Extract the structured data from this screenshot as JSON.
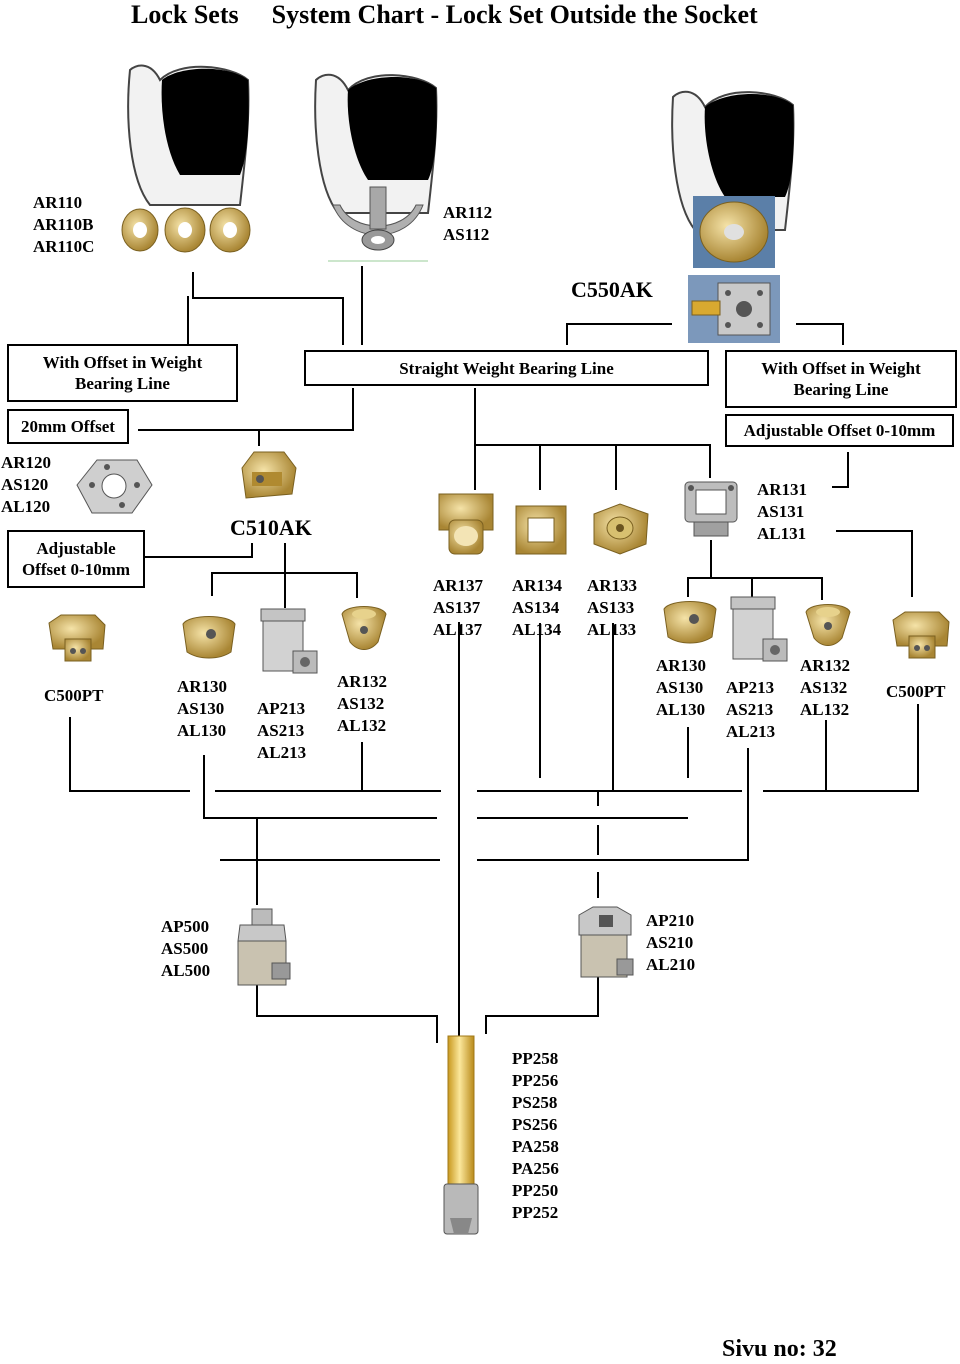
{
  "header": {
    "left": "Lock Sets",
    "right": "System Chart - Lock Set Outside the Socket"
  },
  "labels": {
    "ar110": [
      "AR110",
      "AR110B",
      "AR110C"
    ],
    "ar112": [
      "AR112",
      "AS112"
    ],
    "c550ak": "C550AK",
    "ar120": [
      "AR120",
      "AS120",
      "AL120"
    ],
    "c510ak": "C510AK",
    "ar131": [
      "AR131",
      "AS131",
      "AL131"
    ],
    "ar137": [
      "AR137",
      "AS137",
      "AL137"
    ],
    "ar134": [
      "AR134",
      "AS134",
      "AL134"
    ],
    "ar133": [
      "AR133",
      "AS133",
      "AL133"
    ],
    "c500pt_left": "C500PT",
    "ar130_left": [
      "AR130",
      "AS130",
      "AL130"
    ],
    "ap213_left": [
      "AP213",
      "AS213",
      "AL213"
    ],
    "ar132_left": [
      "AR132",
      "AS132",
      "AL132"
    ],
    "ar130_right": [
      "AR130",
      "AS130",
      "AL130"
    ],
    "ap213_right": [
      "AP213",
      "AS213",
      "AL213"
    ],
    "ar132_right": [
      "AR132",
      "AS132",
      "AL132"
    ],
    "c500pt_right": "C500PT",
    "ap500": [
      "AP500",
      "AS500",
      "AL500"
    ],
    "ap210": [
      "AP210",
      "AS210",
      "AL210"
    ],
    "pylons": [
      "PP258",
      "PP256",
      "PS258",
      "PS256",
      "PA258",
      "PA256",
      "PP250",
      "PP252"
    ]
  },
  "boxes": {
    "offset_left": [
      "With Offset in Weight",
      "Bearing Line"
    ],
    "straight": "Straight Weight Bearing Line",
    "offset_right": [
      "With Offset in Weight",
      "Bearing Line"
    ],
    "offset_20": "20mm Offset",
    "adjustable_left": [
      "Adjustable",
      "Offset 0-10mm"
    ],
    "adjustable_right": "Adjustable Offset 0-10mm"
  },
  "footer": "Sivu no: 32",
  "colors": {
    "brass": "#c9a44a",
    "steel": "#b8b8b8",
    "socket_black": "#000000",
    "pylon_gold": "#e8c24a"
  }
}
